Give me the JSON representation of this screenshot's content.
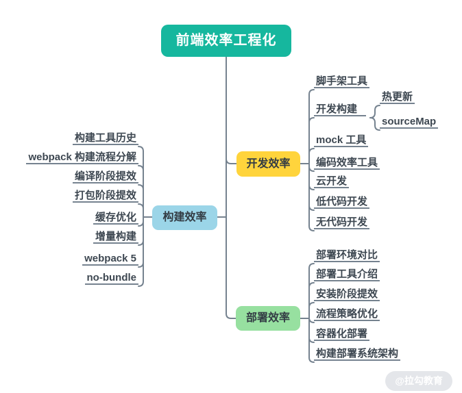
{
  "root": {
    "label": "前端效率工程化"
  },
  "branches": [
    {
      "label": "开发效率",
      "children": [
        {
          "label": "脚手架工具"
        },
        {
          "label": "开发构建",
          "children": [
            {
              "label": "热更新"
            },
            {
              "label": "sourceMap"
            }
          ]
        },
        {
          "label": "mock 工具"
        },
        {
          "label": "编码效率工具"
        },
        {
          "label": "云开发"
        },
        {
          "label": "低代码开发"
        },
        {
          "label": "无代码开发"
        }
      ]
    },
    {
      "label": "构建效率",
      "children": [
        {
          "label": "构建工具历史"
        },
        {
          "label": "webpack 构建流程分解"
        },
        {
          "label": "编译阶段提效"
        },
        {
          "label": "打包阶段提效"
        },
        {
          "label": "缓存优化"
        },
        {
          "label": "增量构建"
        },
        {
          "label": "webpack 5"
        },
        {
          "label": "no-bundle"
        }
      ]
    },
    {
      "label": "部署效率",
      "children": [
        {
          "label": "部署环境对比"
        },
        {
          "label": "部署工具介绍"
        },
        {
          "label": "安装阶段提效"
        },
        {
          "label": "流程策略优化"
        },
        {
          "label": "容器化部署"
        },
        {
          "label": "构建部署系统架构"
        }
      ]
    }
  ],
  "watermark": {
    "label": "@拉勾教育"
  },
  "colors": {
    "root_fill": "#16b79e",
    "dev_fill": "#ffd43c",
    "build_fill": "#9bd5e8",
    "deploy_fill": "#97e0a0",
    "line": "#75828f",
    "leaf_text": "#3d4751",
    "branch_text": "#333c44",
    "watermark_bg": "#e4e6ea"
  }
}
